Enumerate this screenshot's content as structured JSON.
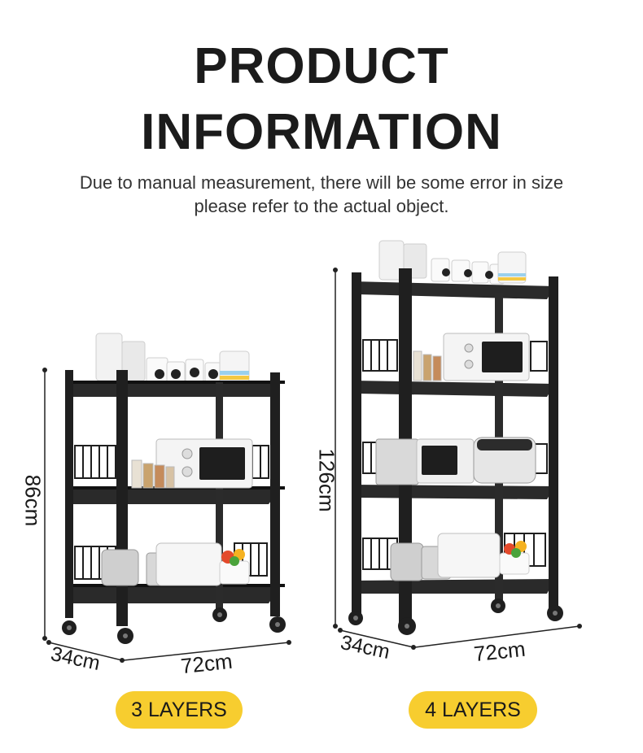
{
  "title_line1": "PRODUCT",
  "title_line2": "INFORMATION",
  "subtitle_line1": "Due to manual measurement, there will be some error in size",
  "subtitle_line2": "please refer to the actual object.",
  "left_rack": {
    "height_label": "86cm",
    "depth_label": "34cm",
    "width_label": "72cm",
    "badge": "3 LAYERS"
  },
  "right_rack": {
    "height_label": "126cm",
    "depth_label": "34cm",
    "width_label": "72cm",
    "badge": "4 LAYERS"
  },
  "colors": {
    "badge": "#f7cd2f",
    "frame": "#1f1f1f",
    "text": "#1a1a1a"
  }
}
